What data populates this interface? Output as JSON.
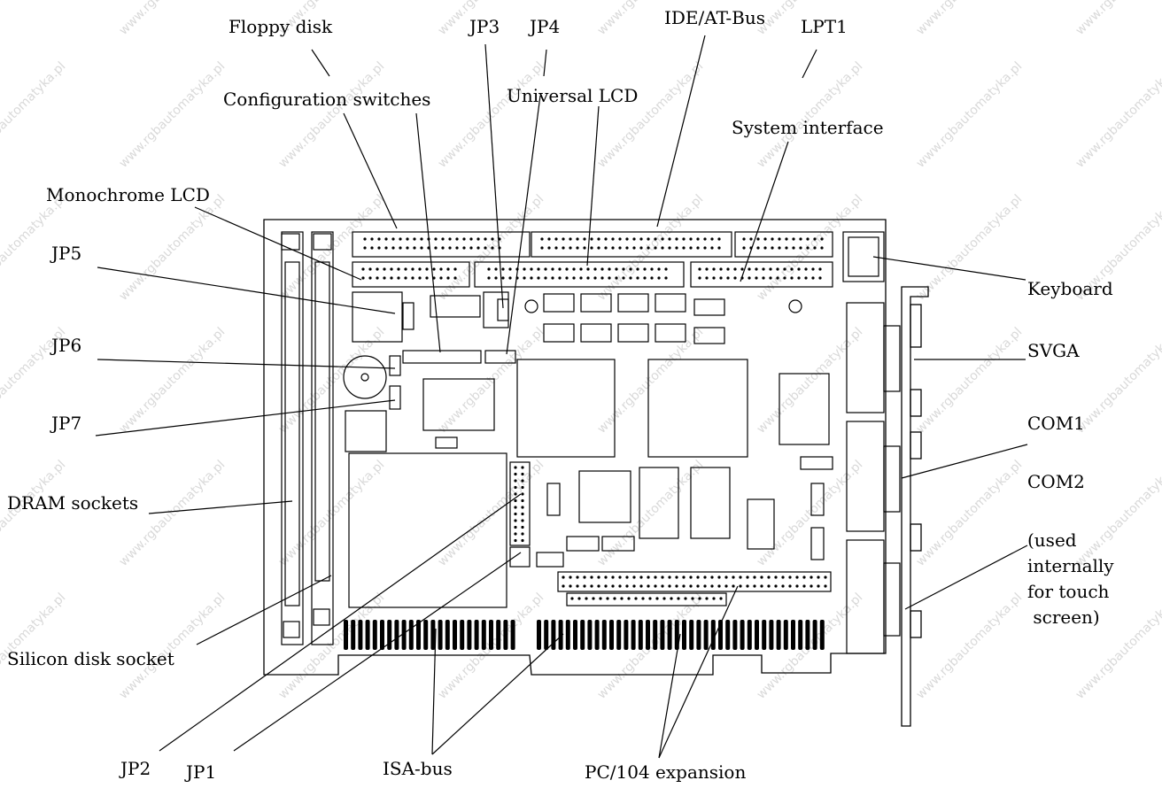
{
  "labels": {
    "floppy_disk": "Floppy disk",
    "jp3": "JP3",
    "jp4": "JP4",
    "ide_at_bus": "IDE/AT-Bus",
    "lpt1": "LPT1",
    "configuration_switches": "Configuration switches",
    "universal_lcd": "Universal LCD",
    "system_interface": "System interface",
    "monochrome_lcd": "Monochrome LCD",
    "jp5": "JP5",
    "keyboard": "Keyboard",
    "jp6": "JP6",
    "svga": "SVGA",
    "jp7": "JP7",
    "com1": "COM1",
    "com2": "COM2",
    "dram_sockets": "DRAM sockets",
    "used_internally": "(used\ninternally\nfor touch\n screen)",
    "silicon_disk_socket": "Silicon disk socket",
    "jp2": "JP2",
    "jp1": "JP1",
    "isa_bus": "ISA-bus",
    "pc104_expansion": "PC/104 expansion"
  },
  "watermark": "www.rgbautomatyka.pl",
  "colors": {
    "stroke": "#000000",
    "background": "#ffffff",
    "watermark": "#d9d9d9"
  }
}
